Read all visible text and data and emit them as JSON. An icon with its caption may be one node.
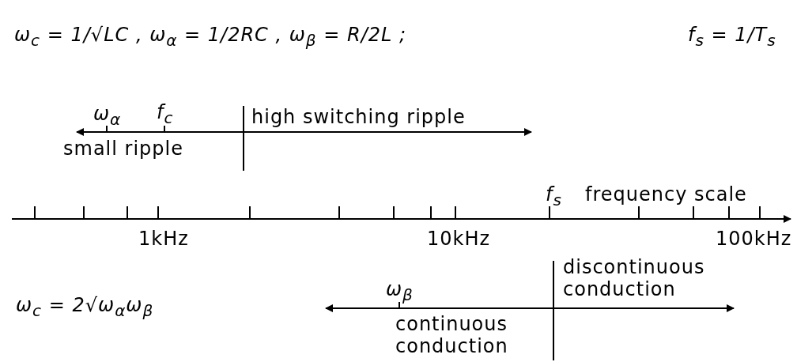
{
  "diagram": {
    "labels": [
      "ω$_{c}$ = 1/√LC ,  ω$_{α}$ = 1/2RC ,  ω$_{β}$ = R/2L  ;",
      "f$_{s}$ = 1/T$_{s}$",
      "ω$_{α}$",
      "f$_{c}$",
      "high switching ripple",
      "small ripple",
      "f$_{s}$",
      "frequency scale",
      "1kHz",
      "10kHz",
      "100kHz",
      "discontinuous conduction",
      "ω$_{β}$",
      "ω$_{c}$ = 2√ω$_{α}$ω$_{β}$",
      "continuous conduction"
    ]
  }
}
